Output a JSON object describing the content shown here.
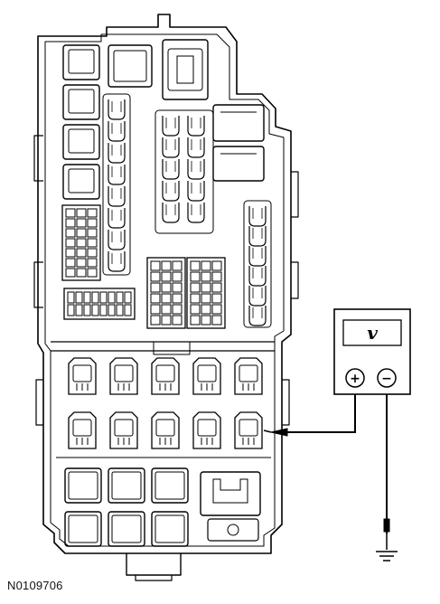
{
  "figure": {
    "reference_code": "N0109706"
  },
  "meter": {
    "display_symbol": "v",
    "positive_symbol": "+",
    "negative_symbol": "−"
  },
  "fuse_box": {
    "top_mini_fuse_columns": 2,
    "relay_rows_lower": 2,
    "relays_per_row": 5
  }
}
